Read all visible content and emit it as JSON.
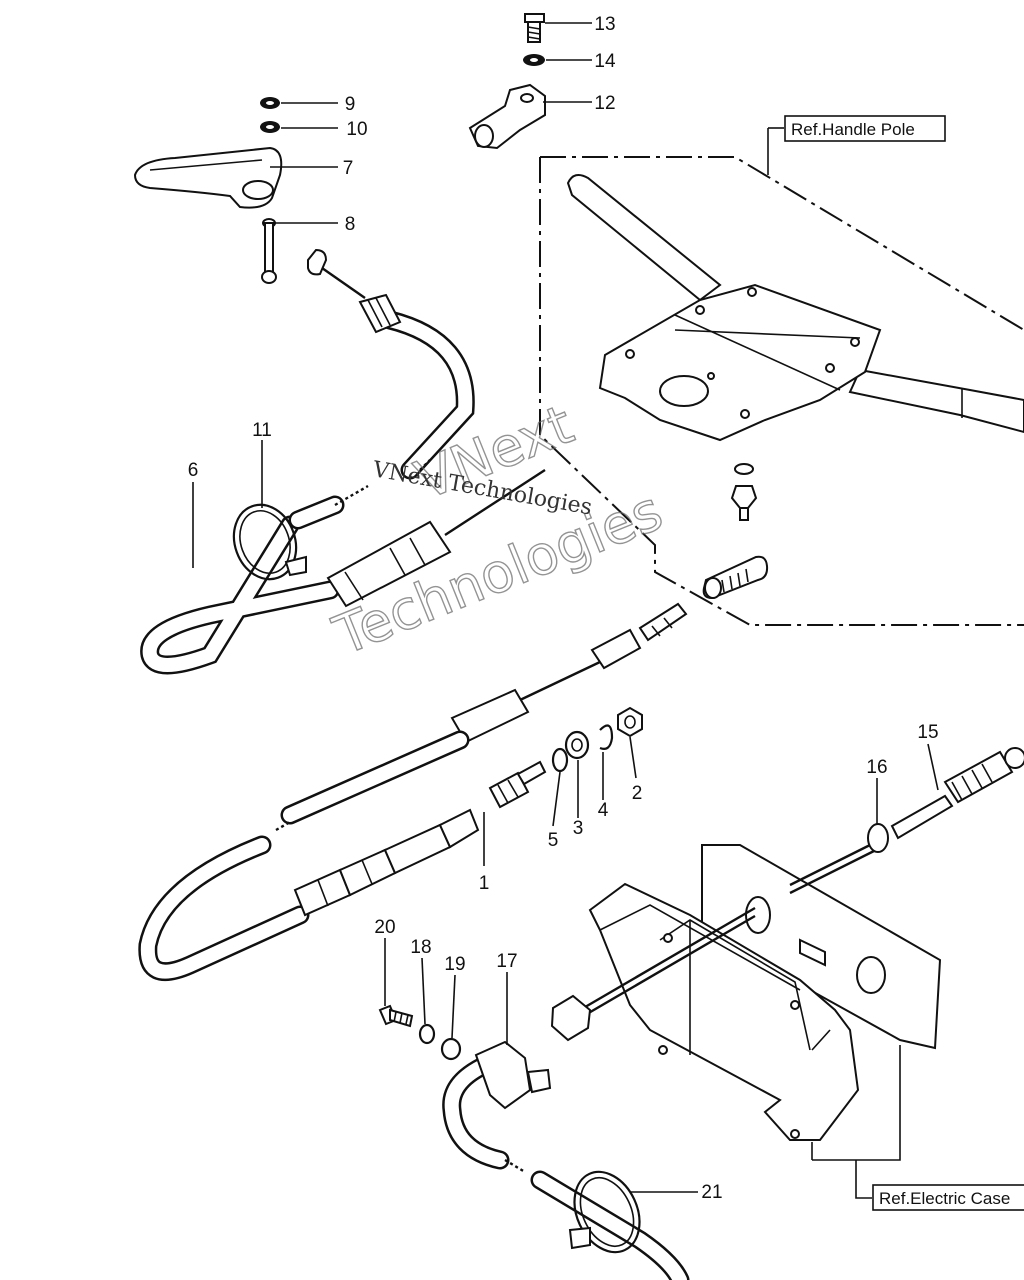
{
  "callouts": [
    {
      "id": "c1",
      "label": "1"
    },
    {
      "id": "c2",
      "label": "2"
    },
    {
      "id": "c3",
      "label": "3"
    },
    {
      "id": "c4",
      "label": "4"
    },
    {
      "id": "c5",
      "label": "5"
    },
    {
      "id": "c6",
      "label": "6"
    },
    {
      "id": "c7",
      "label": "7"
    },
    {
      "id": "c8",
      "label": "8"
    },
    {
      "id": "c9",
      "label": "9"
    },
    {
      "id": "c10",
      "label": "10"
    },
    {
      "id": "c11",
      "label": "11"
    },
    {
      "id": "c12",
      "label": "12"
    },
    {
      "id": "c13",
      "label": "13"
    },
    {
      "id": "c14",
      "label": "14"
    },
    {
      "id": "c15",
      "label": "15"
    },
    {
      "id": "c16",
      "label": "16"
    },
    {
      "id": "c17",
      "label": "17"
    },
    {
      "id": "c18",
      "label": "18"
    },
    {
      "id": "c19",
      "label": "19"
    },
    {
      "id": "c20",
      "label": "20"
    },
    {
      "id": "c21",
      "label": "21"
    }
  ],
  "references": {
    "handle_pole": "Ref.Handle Pole",
    "electric_case": "Ref.Electric Case"
  },
  "watermarks": {
    "text_inline": "VNext Technologies",
    "text_outline_line1": "VNext",
    "text_outline_line2": "Technologies"
  }
}
